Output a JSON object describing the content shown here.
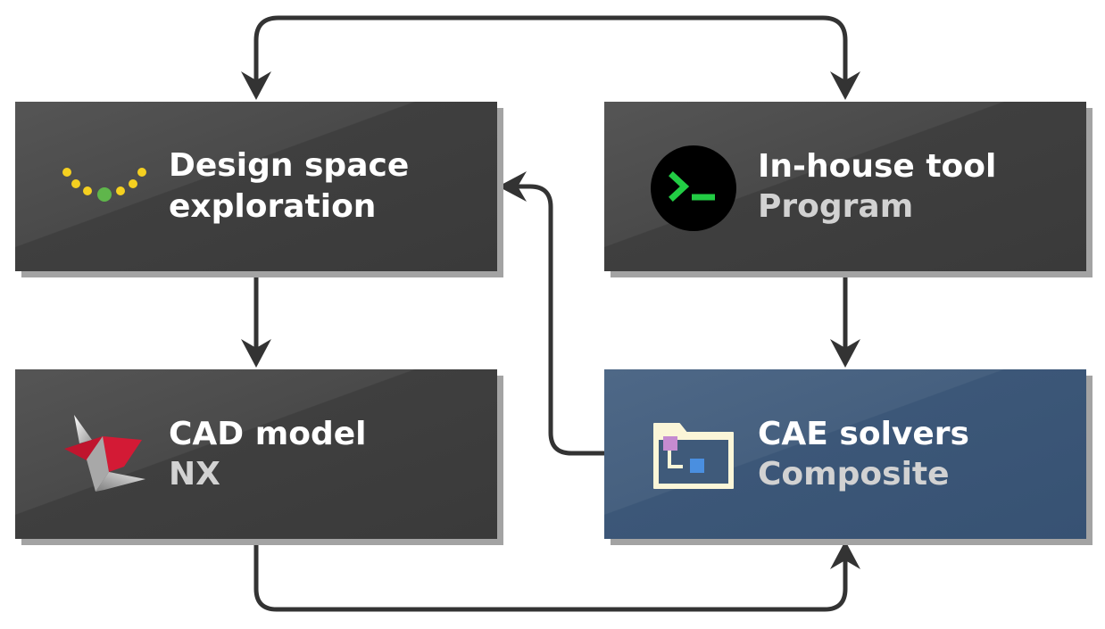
{
  "nodes": {
    "design_space": {
      "title": "Design space exploration",
      "subtitle": "",
      "icon": "dotted-curve-icon"
    },
    "inhouse_tool": {
      "title": "In-house tool",
      "subtitle": "Program",
      "icon": "terminal-icon"
    },
    "cad_model": {
      "title": "CAD model",
      "subtitle": "NX",
      "icon": "nx-logo-icon"
    },
    "cae_solvers": {
      "title": "CAE solvers",
      "subtitle": "Composite",
      "icon": "composite-folder-icon"
    }
  },
  "colors": {
    "node_dark": "#444444",
    "node_blue": "#3f5a7a",
    "arrow": "#333333",
    "title_text": "#ffffff",
    "subtitle_text": "#d2d2d2",
    "dot_yellow": "#f5d020",
    "dot_green": "#5fb64b",
    "terminal_green": "#22cc44",
    "nx_red": "#c0152e",
    "folder_pink": "#c58bd0",
    "folder_blue": "#4a8fe0",
    "folder_cream": "#fbf6d8"
  }
}
